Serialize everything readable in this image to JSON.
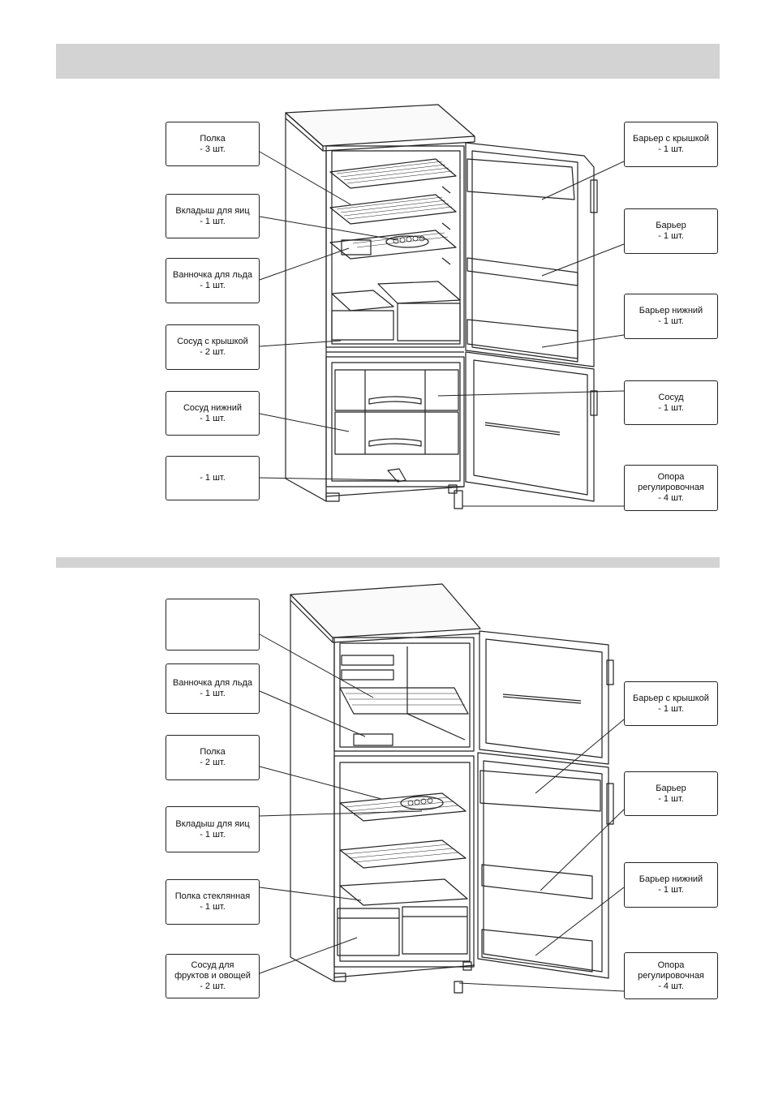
{
  "diagram1": {
    "left_labels": [
      {
        "name": "Полка",
        "qty": "- 3 шт."
      },
      {
        "name": "Вкладыш для яиц",
        "qty": "- 1 шт."
      },
      {
        "name": "Ванночка для льда",
        "qty": "- 1 шт."
      },
      {
        "name": "Сосуд с крышкой",
        "qty": "- 2 шт."
      },
      {
        "name": "Сосуд  нижний",
        "qty": "- 1 шт."
      },
      {
        "name": "",
        "qty": "- 1 шт."
      }
    ],
    "right_labels": [
      {
        "name": "Барьер с крышкой",
        "qty": "- 1 шт."
      },
      {
        "name": "Барьер",
        "qty": "- 1 шт."
      },
      {
        "name": "Барьер нижний",
        "qty": "- 1 шт."
      },
      {
        "name": "Сосуд",
        "qty": "- 1 шт."
      },
      {
        "name": "Опора",
        "name2": "регулировочная",
        "qty": "- 4 шт."
      }
    ]
  },
  "diagram2": {
    "left_labels": [
      {
        "name": "",
        "qty": ""
      },
      {
        "name": "Ванночка для льда",
        "qty": "- 1 шт."
      },
      {
        "name": "Полка",
        "qty": "- 2 шт."
      },
      {
        "name": "Вкладыш для яиц",
        "qty": "- 1 шт."
      },
      {
        "name": "Полка стеклянная",
        "qty": "- 1 шт."
      },
      {
        "name": "Сосуд  для",
        "name2": "фруктов и овощей",
        "qty": "- 2 шт."
      }
    ],
    "right_labels": [
      {
        "name": "Барьер с крышкой",
        "qty": "- 1 шт."
      },
      {
        "name": "Барьер",
        "qty": "- 1 шт."
      },
      {
        "name": "Барьер нижний",
        "qty": "- 1 шт."
      },
      {
        "name": "Опора",
        "name2": "регулировочная",
        "qty": "- 4 шт."
      }
    ]
  }
}
